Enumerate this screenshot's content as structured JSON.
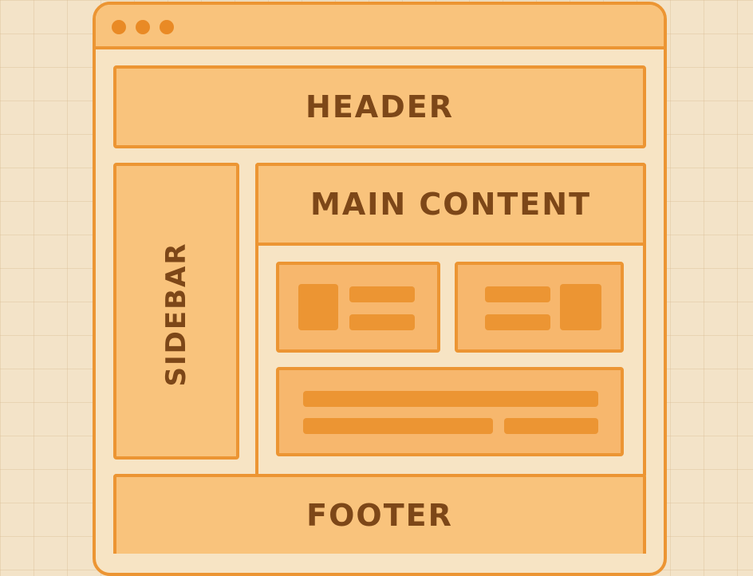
{
  "diagram": {
    "header": "HEADER",
    "sidebar": "SIDEBAR",
    "main_content": "MAIN CONTENT",
    "footer": "FOOTER"
  },
  "colors": {
    "background": "#f3e3c8",
    "accent": "#ec9533",
    "panel_fill": "#f9c37c",
    "card_fill": "#f7b76d",
    "label_text": "#7d4718"
  },
  "icons": [
    "window-dot-icon",
    "image-placeholder-icon",
    "text-line-placeholder"
  ]
}
